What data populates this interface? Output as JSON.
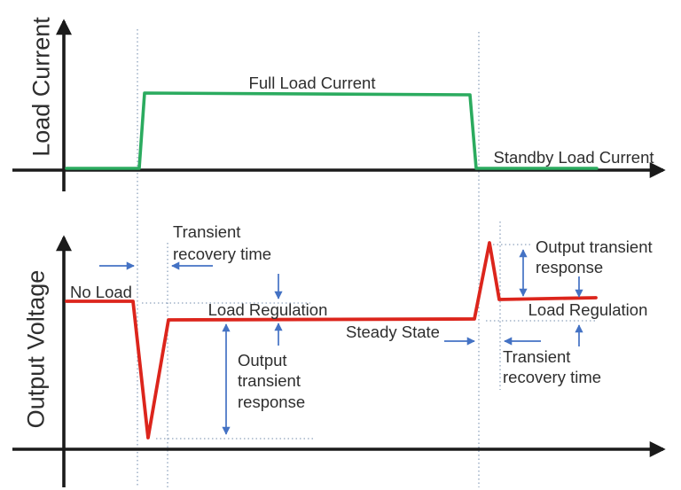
{
  "colors": {
    "green": "#2bab5f",
    "red": "#dc251c",
    "blue": "#4472c4",
    "dotted": "#8fa3bd",
    "axis": "#1b1b1b",
    "text": "#2e2e2e"
  },
  "top_chart": {
    "axis_label": "Load Current",
    "full_load_label": "Full Load Current",
    "standby_label": "Standby Load Current",
    "trace_points": "75,190 157,190 163,105 530,107 537,190 673,190"
  },
  "bottom_chart": {
    "axis_label": "Output Voltage",
    "no_load_label": "No Load",
    "steady_state_label": "Steady State",
    "load_regulation_label_left": "Load Regulation",
    "load_regulation_label_right": "Load Regulation",
    "transient_recovery_left": [
      "Transient",
      "recovery time"
    ],
    "transient_recovery_right": [
      "Transient",
      "recovery time"
    ],
    "output_transient_left": [
      "Output",
      "transient",
      "response"
    ],
    "output_transient_right": [
      "Output transient",
      "response"
    ],
    "trace_points": "75,340 150,340 167,494 190,361 535,360 552,274 563,338 672,336"
  }
}
